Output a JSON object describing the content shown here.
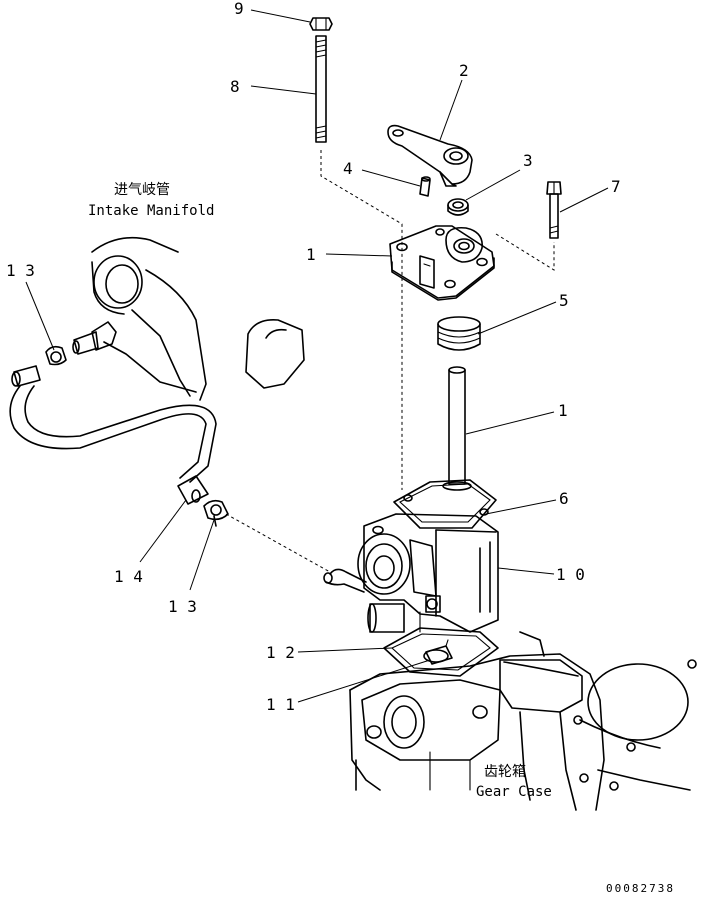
{
  "callouts": {
    "c1a": "1",
    "c1b": "1",
    "c2": "2",
    "c3": "3",
    "c4": "4",
    "c5": "5",
    "c6": "6",
    "c7": "7",
    "c8": "8",
    "c9": "9",
    "c10": "1 0",
    "c11": "1 1",
    "c12": "1 2",
    "c13a": "1 3",
    "c13b": "1 3",
    "c14": "1 4"
  },
  "labels": {
    "intake_manifold_cn": "进气岐管",
    "intake_manifold_en": "Intake Manifold",
    "gear_case_cn": "齿轮箱",
    "gear_case_en": "Gear Case"
  },
  "document_number": "00082738"
}
